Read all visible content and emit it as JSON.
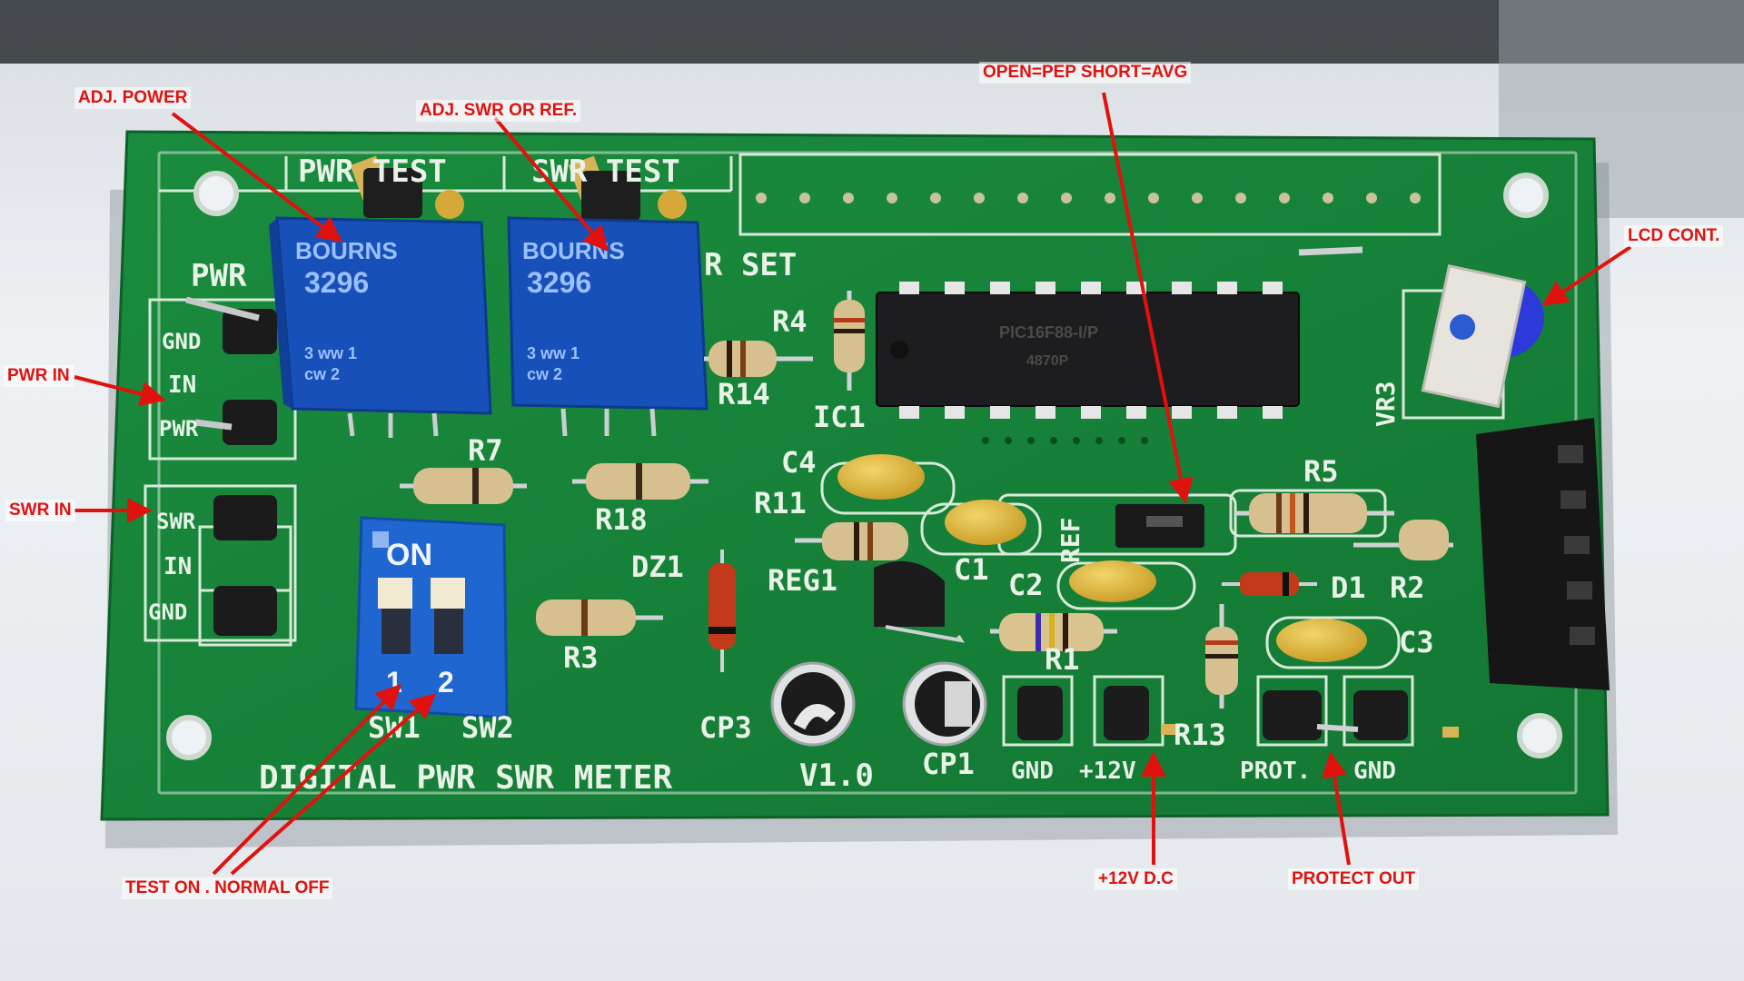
{
  "callouts": {
    "adj_power": "ADJ. POWER",
    "adj_swr": "ADJ. SWR OR REF.",
    "jumper_mode": "OPEN=PEP  SHORT=AVG",
    "lcd_cont": "LCD CONT.",
    "pwr_in": "PWR IN",
    "swr_in": "SWR IN",
    "test_on": "TEST ON . NORMAL OFF",
    "plus12v": "+12V D.C",
    "protect_out": "PROTECT OUT"
  },
  "silkscreen": {
    "pwr_test": "PWR TEST",
    "swr_test": "SWR TEST",
    "r_set": "R SET",
    "pwr": "PWR",
    "gnd_left": "GND",
    "in_top": "IN",
    "pwr_small": "PWR",
    "swr_small": "SWR",
    "in_bottom": "IN",
    "gnd_bottom": "GND",
    "board_title": "DIGITAL PWR SWR METER",
    "version": "V1.0",
    "sw1": "SW1",
    "sw2": "SW2",
    "on": "ON",
    "dip_1": "1",
    "dip_2": "2",
    "gnd_power": "GND",
    "plus12v_label": "+12V",
    "prot": "PROT.",
    "gnd_prot": "GND",
    "ref": "REF",
    "vr3": "VR3",
    "ic_marking_1": "PIC16F88-I/P",
    "ic_marking_2": "4870P"
  },
  "components": {
    "r4": "R4",
    "r14": "R14",
    "ic1": "IC1",
    "r7": "R7",
    "r18": "R18",
    "c4": "C4",
    "r11": "R11",
    "c1": "C1",
    "c2": "C2",
    "r5": "R5",
    "r2": "R2",
    "d1": "D1",
    "c3": "C3",
    "r13": "R13",
    "r1": "R1",
    "reg1": "REG1",
    "dz1": "DZ1",
    "r3": "R3",
    "cp3": "CP3",
    "cp1": "CP1"
  },
  "trimpot": {
    "brand": "BOURNS",
    "model": "3296",
    "marking": "3 ww 1",
    "cw": "cw  2"
  },
  "colors": {
    "pcb": "#16853a",
    "silk": "#e8f2e6",
    "callout_red": "#e0120e",
    "trimpot_blue": "#1650b8"
  }
}
